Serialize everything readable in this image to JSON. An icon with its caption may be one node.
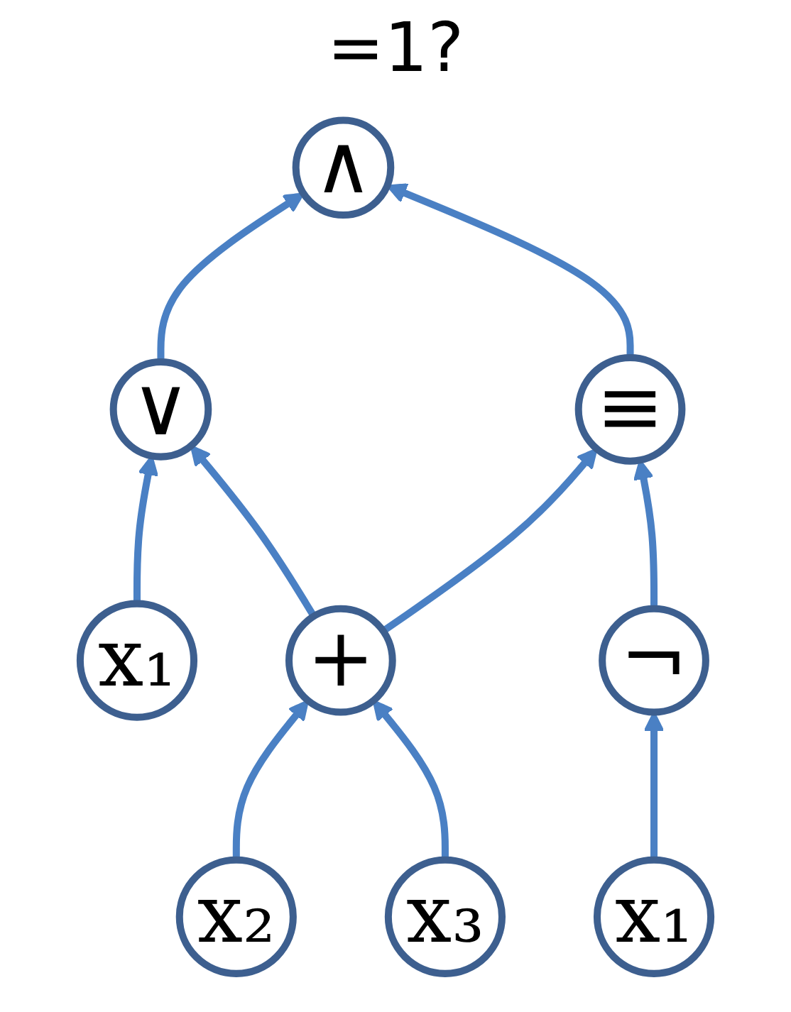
{
  "diagram": {
    "labels": [
      "=1?"
    ],
    "nodes": [
      {
        "text": [
          "∧"
        ]
      },
      {
        "text": [
          "∨"
        ]
      },
      {
        "text": [
          "≡"
        ]
      },
      {
        "text": [
          "x₁"
        ]
      },
      {
        "text": [
          "+"
        ]
      },
      {
        "text": [
          "¬"
        ]
      },
      {
        "text": [
          "x₂"
        ]
      },
      {
        "text": [
          "x₃"
        ]
      },
      {
        "text": [
          "x₁"
        ]
      }
    ],
    "edges": [
      {
        "from": 1,
        "to": 0,
        "arrow": "to"
      },
      {
        "from": 2,
        "to": 0,
        "arrow": "to"
      },
      {
        "from": 3,
        "to": 1,
        "arrow": "to"
      },
      {
        "from": 4,
        "to": 1,
        "arrow": "to"
      },
      {
        "from": 4,
        "to": 2,
        "arrow": "to"
      },
      {
        "from": 5,
        "to": 2,
        "arrow": "to"
      },
      {
        "from": 6,
        "to": 4,
        "arrow": "to"
      },
      {
        "from": 7,
        "to": 4,
        "arrow": "to"
      },
      {
        "from": 8,
        "to": 5,
        "arrow": "to"
      }
    ]
  }
}
